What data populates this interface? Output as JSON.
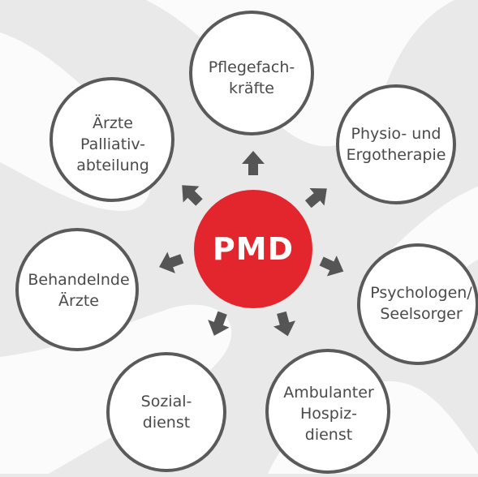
{
  "center": {
    "label": "PMD",
    "color": "#e3262e"
  },
  "colors": {
    "ring": "#5a5a5a",
    "arrow": "#555555",
    "fill": "#ffffff",
    "background": "#e9e9ea",
    "shapes": "#fbfbfb"
  },
  "nodes": [
    {
      "id": "pflegefachkraefte",
      "label": "Pflegefach-\nkräfte"
    },
    {
      "id": "physio-ergotherapie",
      "label": "Physio- und\nErgotherapie"
    },
    {
      "id": "psychologen-seelsorger",
      "label": "Psychologen/\nSeelsorger"
    },
    {
      "id": "ambulanter-hospizdienst",
      "label": "Ambulanter\nHospiz-\ndienst"
    },
    {
      "id": "sozialdienst",
      "label": "Sozial-\ndienst"
    },
    {
      "id": "behandelnde-aerzte",
      "label": "Behandelnde\nÄrzte"
    },
    {
      "id": "aerzte-palliativabteilung",
      "label": "Ärzte\nPalliativ-\nabteilung"
    }
  ]
}
